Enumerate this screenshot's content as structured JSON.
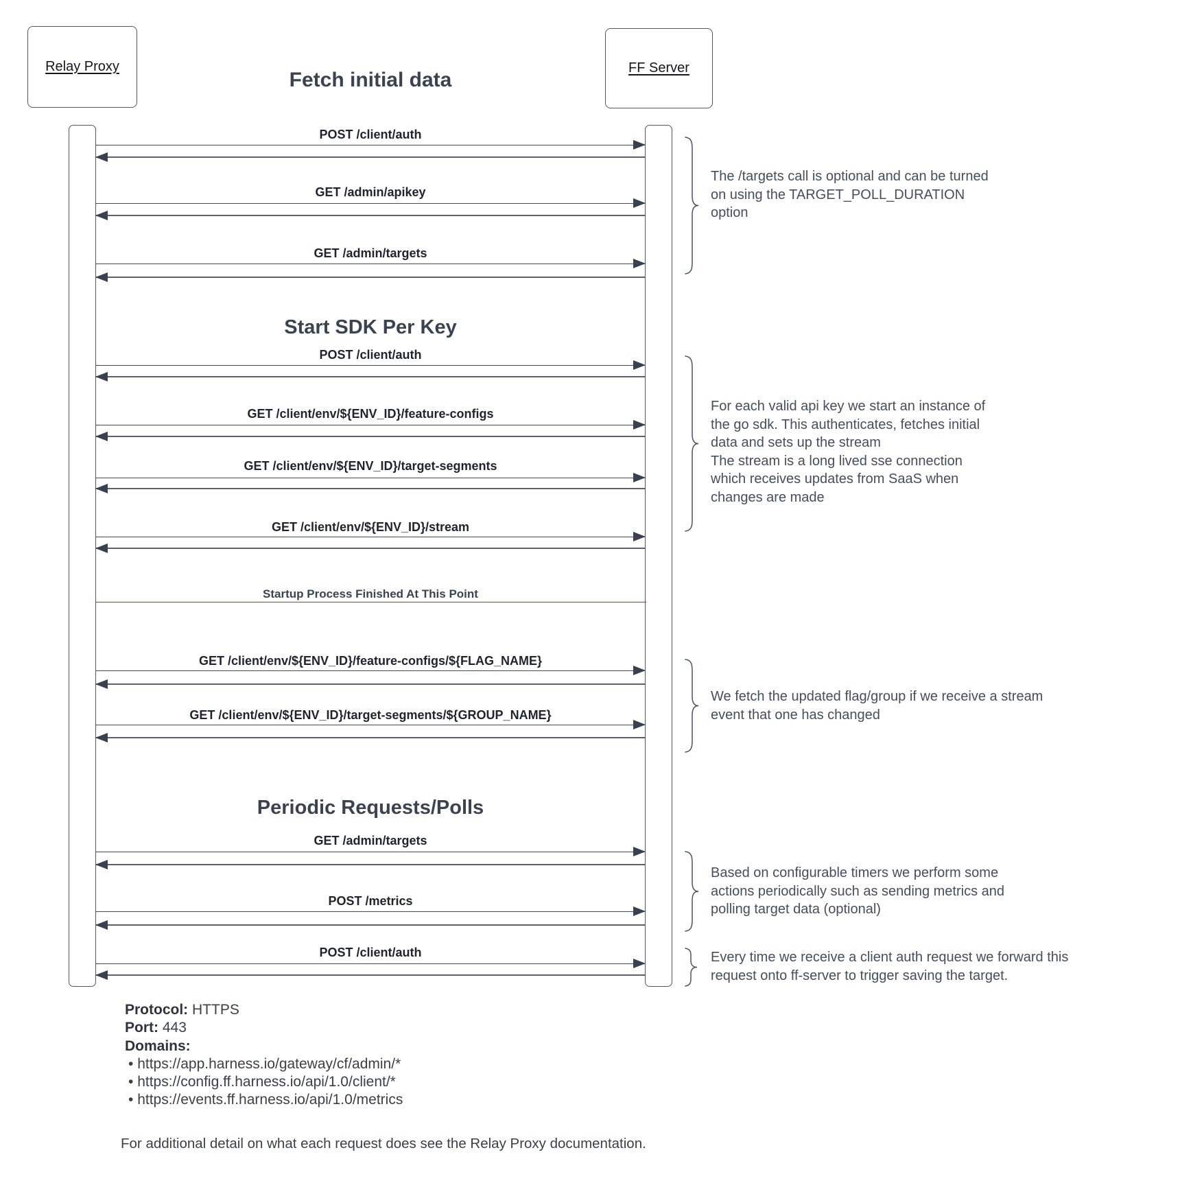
{
  "diagram": {
    "actors": {
      "left": "Relay Proxy",
      "right": "FF Server"
    },
    "sections": {
      "fetch_initial_data": "Fetch initial data",
      "start_sdk_per_key": "Start SDK Per Key",
      "periodic_requests": "Periodic Requests/Polls"
    },
    "divider": "Startup Process Finished At This Point",
    "messages": [
      {
        "label": "POST /client/auth"
      },
      {
        "label": "GET /admin/apikey"
      },
      {
        "label": "GET /admin/targets"
      },
      {
        "label": "POST /client/auth"
      },
      {
        "label": "GET /client/env/${ENV_ID}/feature-configs"
      },
      {
        "label": "GET /client/env/${ENV_ID}/target-segments"
      },
      {
        "label": "GET /client/env/${ENV_ID}/stream"
      },
      {
        "label": "GET /client/env/${ENV_ID}/feature-configs/${FLAG_NAME}"
      },
      {
        "label": "GET /client/env/${ENV_ID}/target-segments/${GROUP_NAME}"
      },
      {
        "label": "GET /admin/targets"
      },
      {
        "label": "POST /metrics"
      },
      {
        "label": "POST /client/auth"
      }
    ],
    "annotations": [
      {
        "text": "The /targets call is optional and can be turned\non using the TARGET_POLL_DURATION\noption"
      },
      {
        "text": "For each valid api key we start an instance of\nthe go sdk. This authenticates, fetches initial\ndata and sets up the stream\nThe stream is a long lived sse connection\nwhich receives updates from SaaS when\nchanges are made"
      },
      {
        "text": "We fetch the updated flag/group if we receive a stream\nevent that one has changed"
      },
      {
        "text": "Based on configurable timers we perform some\nactions periodically such as sending metrics and\npolling target data (optional)"
      },
      {
        "text": "Every time we receive a client auth request we forward this\nrequest onto ff-server to trigger saving the target."
      }
    ],
    "footer": {
      "protocol_label": "Protocol:",
      "protocol_value": "HTTPS",
      "port_label": "Port:",
      "port_value": "443",
      "domains_label": "Domains:",
      "domains": [
        "https://app.harness.io/gateway/cf/admin/*",
        "https://config.ff.harness.io/api/1.0/client/*",
        "https://events.ff.harness.io/api/1.0/metrics"
      ],
      "note": "For additional detail on what each request does see the Relay Proxy documentation."
    },
    "colors": {
      "title": "#3a4350",
      "message_label": "#20242e",
      "arrow_forward": "#434b58",
      "arrow_return": "#5a6271",
      "divider_line": "#b23b3b",
      "box_border": "#55595f",
      "annotation_text": "#454e5c"
    }
  }
}
